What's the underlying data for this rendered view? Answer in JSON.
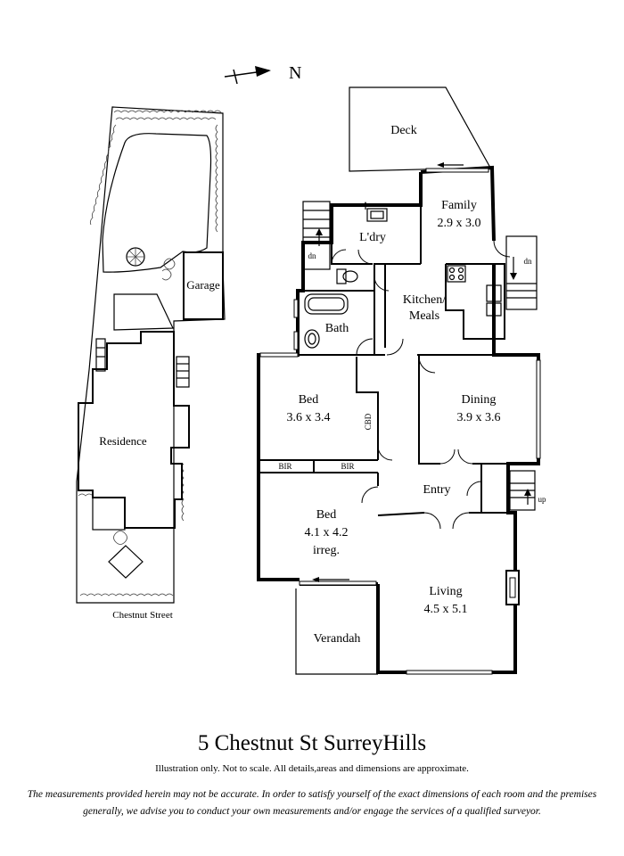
{
  "compass": {
    "label": "N"
  },
  "site": {
    "residence_label": "Residence",
    "garage_label": "Garage",
    "street_label": "Chestnut Street"
  },
  "rooms": {
    "deck": {
      "name": "Deck"
    },
    "family": {
      "name": "Family",
      "size": "2.9 x 3.0"
    },
    "laundry": {
      "name": "L'dry"
    },
    "kitchen": {
      "name_line1": "Kitchen/",
      "name_line2": "Meals"
    },
    "bath": {
      "name": "Bath"
    },
    "bed1": {
      "name": "Bed",
      "size": "3.6 x 3.4"
    },
    "cbd": {
      "name": "CBD"
    },
    "dining": {
      "name": "Dining",
      "size": "3.9 x 3.6"
    },
    "bir1": {
      "name": "BIR"
    },
    "bir2": {
      "name": "BIR"
    },
    "entry": {
      "name": "Entry"
    },
    "bed2": {
      "name": "Bed",
      "size": "4.1 x 4.2",
      "note": "irreg."
    },
    "living": {
      "name": "Living",
      "size": "4.5 x 5.1"
    },
    "verandah": {
      "name": "Verandah"
    }
  },
  "stairs": {
    "dn1": "dn",
    "dn2": "dn",
    "up": "up"
  },
  "footer": {
    "title": "5 Chestnut St SurreyHills",
    "subtitle": "Illustration only. Not to scale. All details,areas and dimensions are approximate.",
    "disclaimer": "The measurements provided herein may not be accurate. In order to satisfy yourself of the exact dimensions of each room and the premises generally, we advise you to conduct your own measurements and/or engage the services of a qualified surveyor."
  }
}
